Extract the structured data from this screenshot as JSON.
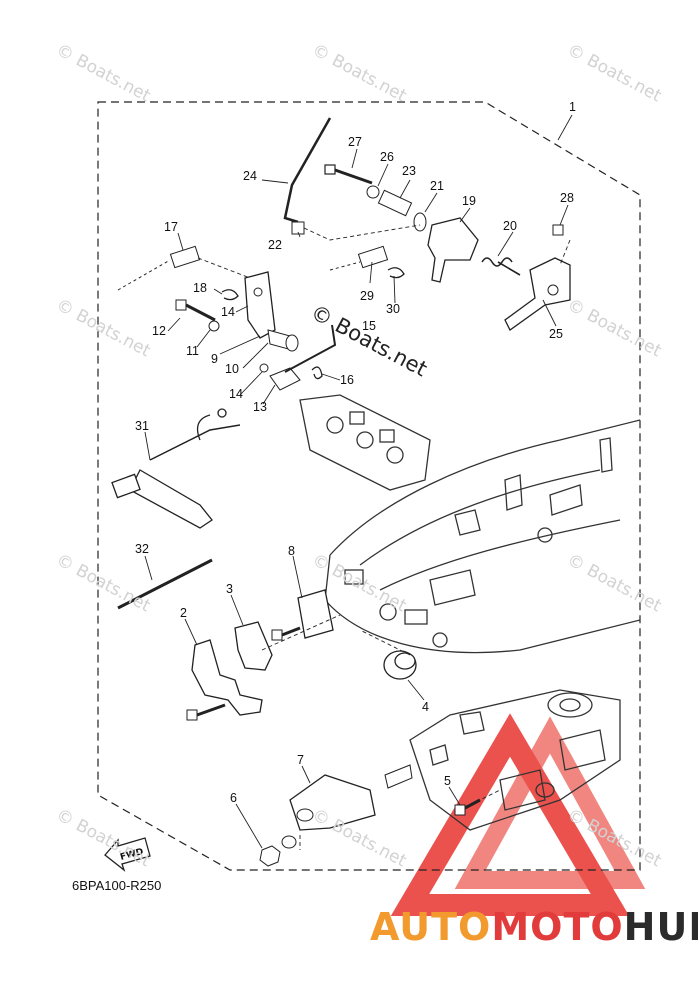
{
  "watermark": "© Boats.net",
  "drawing_code": "6BPA100-R250",
  "fwd_label": "FWD",
  "brand": {
    "part1": "AUTO",
    "part2": "MOTO",
    "part3": "HUB"
  },
  "colors": {
    "brand_orange": "#f29a2e",
    "brand_red": "#e23b3b",
    "brand_dark": "#2b2b2b",
    "logo_red": "#e8342e"
  },
  "callouts": [
    "1",
    "2",
    "3",
    "4",
    "5",
    "6",
    "7",
    "8",
    "9",
    "10",
    "11",
    "12",
    "13",
    "14",
    "14",
    "15",
    "16",
    "17",
    "18",
    "19",
    "20",
    "21",
    "22",
    "23",
    "24",
    "25",
    "26",
    "27",
    "28",
    "29",
    "30",
    "31",
    "32"
  ]
}
